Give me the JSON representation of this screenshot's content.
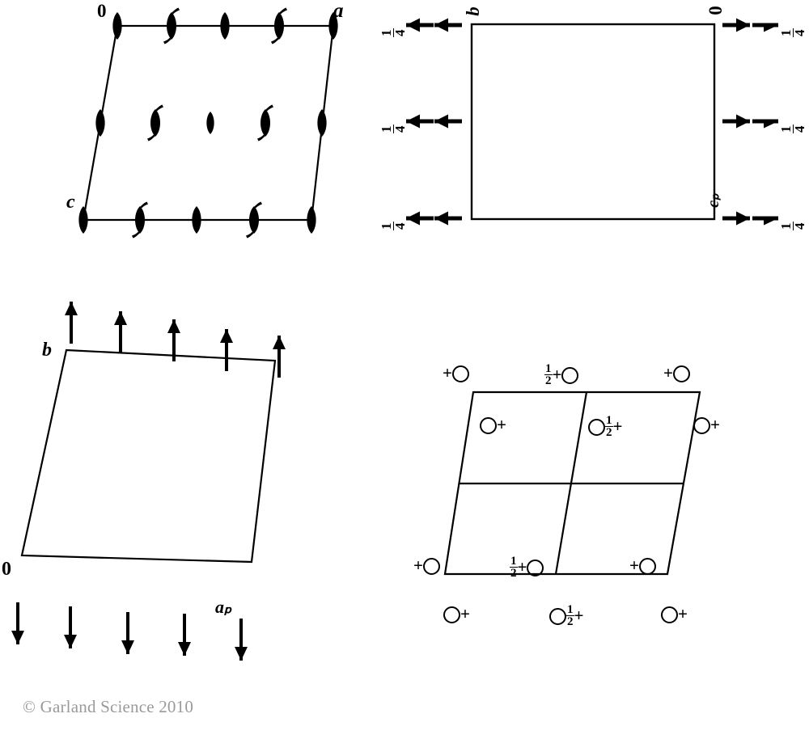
{
  "figure": {
    "title": "Space group symmetry element diagrams",
    "copyright": "© Garland Science 2010",
    "stroke_color": "#000000",
    "background_color": "#ffffff",
    "copyright_color": "#9a9a9a"
  },
  "panels": [
    {
      "id": "top-left",
      "name": "two-fold-axes-diagram",
      "description": "Parallelogram cell with two-fold rotation axes and two-one screw axes",
      "axis_labels": [
        {
          "text": "0",
          "position": "top-left-corner"
        },
        {
          "text": "a",
          "position": "top-right-corner"
        },
        {
          "text": "c",
          "position": "bottom-left-corner"
        }
      ],
      "symbol_legend": [
        {
          "symbol": "lens",
          "meaning": "2-fold rotation axis"
        },
        {
          "symbol": "lens-with-tails",
          "meaning": "2-1 screw axis"
        }
      ],
      "rows": [
        {
          "row": "top",
          "symbols": [
            "2-fold",
            "2-1-screw",
            "2-fold",
            "2-1-screw",
            "2-fold"
          ],
          "connected_by_line": true
        },
        {
          "row": "middle",
          "symbols": [
            "2-fold",
            "2-1-screw",
            "2-fold",
            "2-1-screw",
            "2-fold"
          ],
          "connected_by_line": false
        },
        {
          "row": "bottom",
          "symbols": [
            "2-fold",
            "2-1-screw",
            "2-fold",
            "2-1-screw",
            "2-fold"
          ],
          "connected_by_line": true
        }
      ]
    },
    {
      "id": "top-right",
      "name": "glide-plane-arrows-diagram",
      "description": "Rectangular cell with horizontal arrows and one-quarter height labels",
      "axis_labels": [
        {
          "text": "b",
          "position": "top-left-corner",
          "rotated": true
        },
        {
          "text": "0",
          "position": "top-right-corner",
          "rotated": true
        },
        {
          "text": "cₚ",
          "position": "bottom-right-corner",
          "rotated": true
        }
      ],
      "height_label": "1/4",
      "height_numerator": "1",
      "height_denominator": "4",
      "arrow_rows": [
        {
          "row": "top",
          "left_arrows": [
            "full-arrow",
            "full-arrow"
          ],
          "right_arrows": [
            "full-arrow",
            "half-arrow"
          ],
          "label": "1/4"
        },
        {
          "row": "middle",
          "left_arrows": [
            "full-arrow",
            "full-arrow"
          ],
          "right_arrows": [
            "full-arrow",
            "half-arrow"
          ],
          "label": "1/4"
        },
        {
          "row": "bottom",
          "left_arrows": [
            "full-arrow",
            "full-arrow"
          ],
          "right_arrows": [
            "full-arrow",
            "half-arrow"
          ],
          "label": "1/4"
        }
      ]
    },
    {
      "id": "bottom-left",
      "name": "mirror-plane-arrows-diagram",
      "description": "Tilted square cell with vertical arrows above and below",
      "axis_labels": [
        {
          "text": "b",
          "position": "top-left-corner"
        },
        {
          "text": "0",
          "position": "bottom-left-corner"
        },
        {
          "text": "aₚ",
          "position": "bottom-right-corner"
        }
      ],
      "top_arrows_count": 5,
      "top_arrows_direction": "up",
      "bottom_arrows_count": 5,
      "bottom_arrows_direction": "down"
    },
    {
      "id": "bottom-right",
      "name": "general-positions-diagram",
      "description": "Parallelogram cell divided into four sub-cells with general-position circles",
      "grid_rows": 2,
      "grid_cols": 2,
      "atoms": [
        {
          "id": "a1",
          "label_prefix": "+",
          "label_suffix": "",
          "fraction": "",
          "order": "plus-circle",
          "location": "outside-top-left"
        },
        {
          "id": "a2",
          "label_prefix": "½+",
          "label_suffix": "",
          "fraction": "1/2",
          "order": "frac-plus-circle",
          "location": "outside-top-center"
        },
        {
          "id": "a3",
          "label_prefix": "+",
          "label_suffix": "",
          "fraction": "",
          "order": "plus-circle",
          "location": "outside-top-right"
        },
        {
          "id": "a4",
          "label_prefix": "",
          "label_suffix": "+",
          "fraction": "",
          "order": "circle-plus",
          "location": "inside-top-left"
        },
        {
          "id": "a5",
          "label_prefix": "",
          "label_suffix": "½+",
          "fraction": "1/2",
          "order": "circle-frac-plus",
          "location": "inside-top-center"
        },
        {
          "id": "a6",
          "label_prefix": "",
          "label_suffix": "+",
          "fraction": "",
          "order": "circle-plus",
          "location": "outside-right-top"
        },
        {
          "id": "a7",
          "label_prefix": "+",
          "label_suffix": "",
          "fraction": "",
          "order": "plus-circle",
          "location": "outside-left-bottom"
        },
        {
          "id": "a8",
          "label_prefix": "½+",
          "label_suffix": "",
          "fraction": "1/2",
          "order": "frac-plus-circle",
          "location": "inside-bottom-center"
        },
        {
          "id": "a9",
          "label_prefix": "+",
          "label_suffix": "",
          "fraction": "",
          "order": "plus-circle",
          "location": "inside-bottom-right"
        },
        {
          "id": "a10",
          "label_prefix": "",
          "label_suffix": "+",
          "fraction": "",
          "order": "circle-plus",
          "location": "outside-bottom-left"
        },
        {
          "id": "a11",
          "label_prefix": "",
          "label_suffix": "½+",
          "fraction": "1/2",
          "order": "circle-frac-plus",
          "location": "outside-bottom-center"
        },
        {
          "id": "a12",
          "label_prefix": "",
          "label_suffix": "+",
          "fraction": "",
          "order": "circle-plus",
          "location": "outside-bottom-right"
        }
      ]
    }
  ]
}
